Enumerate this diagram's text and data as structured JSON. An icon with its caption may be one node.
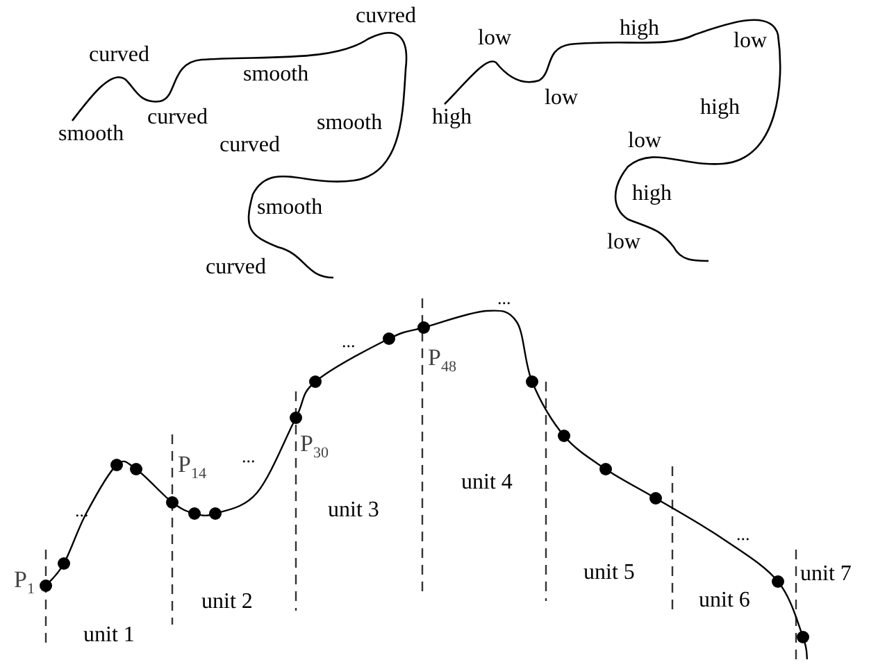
{
  "diagram": {
    "labels": [
      "cuvred",
      "curved",
      "smooth",
      "curved",
      "smooth",
      "smooth",
      "curved",
      "smooth",
      "curved",
      "high",
      "low",
      "low",
      "low",
      "high",
      "high",
      "low",
      "high",
      "low",
      "...",
      "...",
      "P$_{48}$",
      "P$_{30}$",
      "P$_{14}$",
      "...",
      "unit 4",
      "unit 3",
      "...",
      "...",
      "unit 5",
      "unit 7",
      "P$_{1}$",
      "unit 6",
      "unit 2",
      "unit 1"
    ]
  }
}
